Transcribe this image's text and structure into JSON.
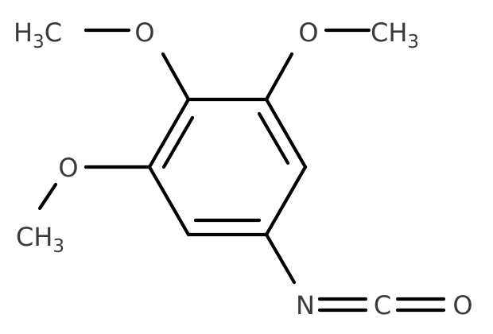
{
  "structure": {
    "atoms": {
      "o1": "O",
      "o2": "O",
      "o3": "O",
      "n": "N",
      "c_iso": "C",
      "o_iso": "O"
    },
    "groups": {
      "me1": {
        "main": "H",
        "sub": "3",
        "tail": "C"
      },
      "me2": {
        "main": "CH",
        "sub": "3"
      },
      "me3": {
        "main": "CH",
        "sub": "3"
      }
    },
    "colors": {
      "bond": "#000000",
      "label": "#3a3a3a",
      "background": "#ffffff"
    }
  }
}
